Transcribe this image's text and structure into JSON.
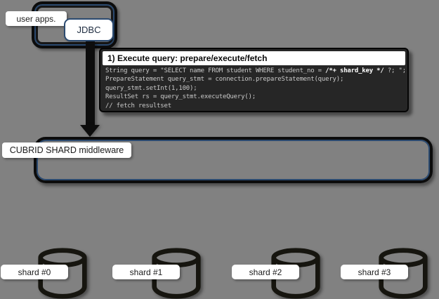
{
  "canvas": {
    "background_color": "#818181",
    "accent_blue": "#2b4a70",
    "code_bg": "#262626",
    "code_text_color": "#c9c9c9"
  },
  "user_apps": {
    "label": "user apps.",
    "jdbc_label": "JDBC"
  },
  "query_box": {
    "title": "1) Execute query: prepare/execute/fetch",
    "code": {
      "line1_pre": "String query = \"SELECT name FROM student WHERE student_no = ",
      "line1_bold": "/*+ shard_key */",
      "line1_post": " ?; \";",
      "line2": "PrepareStatement query_stmt = connection.prepareStatement(query);",
      "line3": "query_stmt.setInt(1,100);",
      "line4": "ResultSet rs = query_stmt.executeQuery();",
      "line5": "// fetch resultset"
    }
  },
  "middleware": {
    "label": "CUBRID SHARD middleware"
  },
  "shards": [
    {
      "label": "shard #0"
    },
    {
      "label": "shard #1"
    },
    {
      "label": "shard #2"
    },
    {
      "label": "shard #3"
    }
  ]
}
